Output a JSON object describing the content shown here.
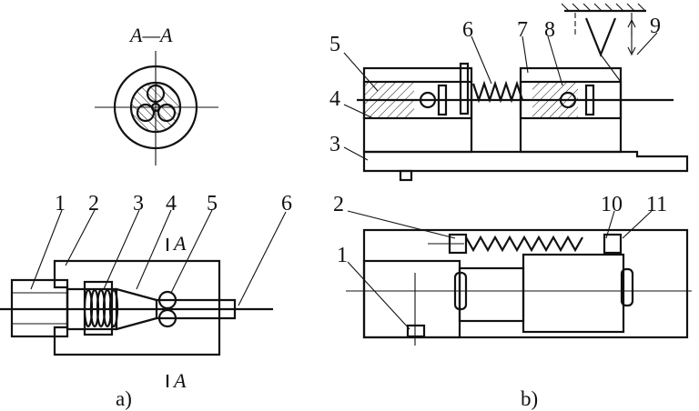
{
  "figure": {
    "section_label": "A—A",
    "section_mark": "A",
    "subfig_a": "a)",
    "subfig_b": "b)"
  },
  "callouts_a": [
    "1",
    "2",
    "3",
    "4",
    "5",
    "6"
  ],
  "callouts_b_top": [
    "5",
    "6",
    "7",
    "8",
    "9",
    "4",
    "3"
  ],
  "callouts_b_bottom": [
    "2",
    "10",
    "11",
    "1"
  ],
  "colors": {
    "ink": "#111111",
    "paper": "#ffffff"
  }
}
